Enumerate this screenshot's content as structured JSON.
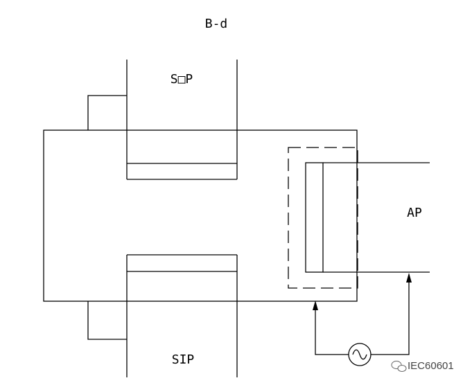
{
  "labels": {
    "title": "B-d",
    "sop": "S□P",
    "sip": "SIP",
    "ap": "AP"
  },
  "watermark": {
    "text": "IEC60601",
    "icon": "wechat-icon"
  },
  "source": {
    "icon": "ac-source-icon"
  },
  "colors": {
    "line": "#000000",
    "background": "#ffffff"
  }
}
